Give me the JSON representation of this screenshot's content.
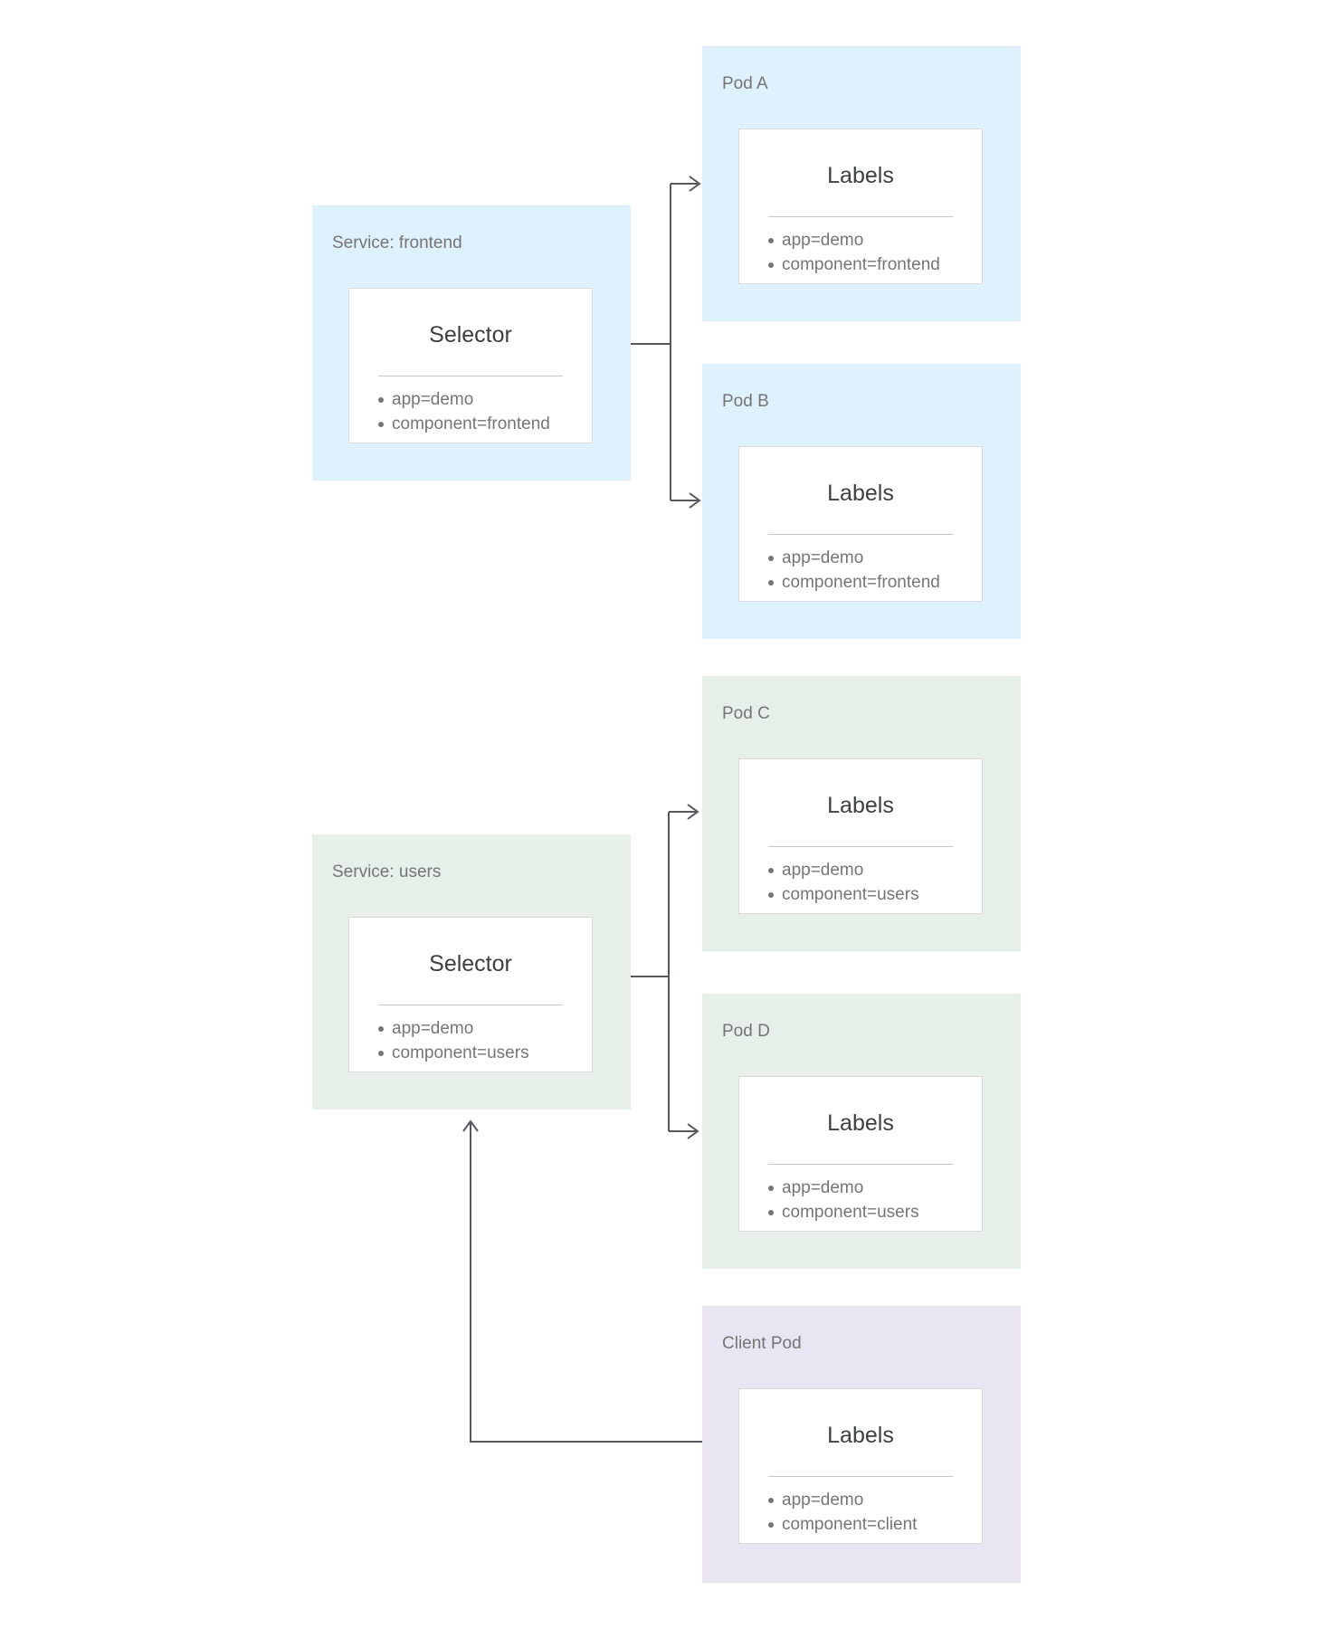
{
  "palette": {
    "service_frontend_blue": "#dff1fc",
    "service_users_green": "#e7efe9",
    "client_pod_purple": "#e9e5f2",
    "card_background": "#ffffff",
    "card_border": "#d9d9d9",
    "divider": "#c9c9c9",
    "label_text": "#757575",
    "heading_text": "#3c4043",
    "arrow": "#55595d"
  },
  "groups": {
    "service_frontend": {
      "label": "Service: frontend",
      "card_title": "Selector",
      "items": [
        "app=demo",
        "component=frontend"
      ]
    },
    "pod_a": {
      "label": "Pod A",
      "card_title": "Labels",
      "items": [
        "app=demo",
        "component=frontend"
      ]
    },
    "pod_b": {
      "label": "Pod B",
      "card_title": "Labels",
      "items": [
        "app=demo",
        "component=frontend"
      ]
    },
    "pod_c": {
      "label": "Pod C",
      "card_title": "Labels",
      "items": [
        "app=demo",
        "component=users"
      ]
    },
    "service_users": {
      "label": "Service: users",
      "card_title": "Selector",
      "items": [
        "app=demo",
        "component=users"
      ]
    },
    "pod_d": {
      "label": "Pod D",
      "card_title": "Labels",
      "items": [
        "app=demo",
        "component=users"
      ]
    },
    "client_pod": {
      "label": "Client Pod",
      "card_title": "Labels",
      "items": [
        "app=demo",
        "component=client"
      ]
    }
  },
  "connections": [
    {
      "from": "service_frontend_selector",
      "to": "pod_a"
    },
    {
      "from": "service_frontend_selector",
      "to": "pod_b"
    },
    {
      "from": "service_users_selector",
      "to": "pod_c"
    },
    {
      "from": "service_users_selector",
      "to": "pod_d"
    },
    {
      "from": "client_pod",
      "to": "service_users"
    }
  ]
}
